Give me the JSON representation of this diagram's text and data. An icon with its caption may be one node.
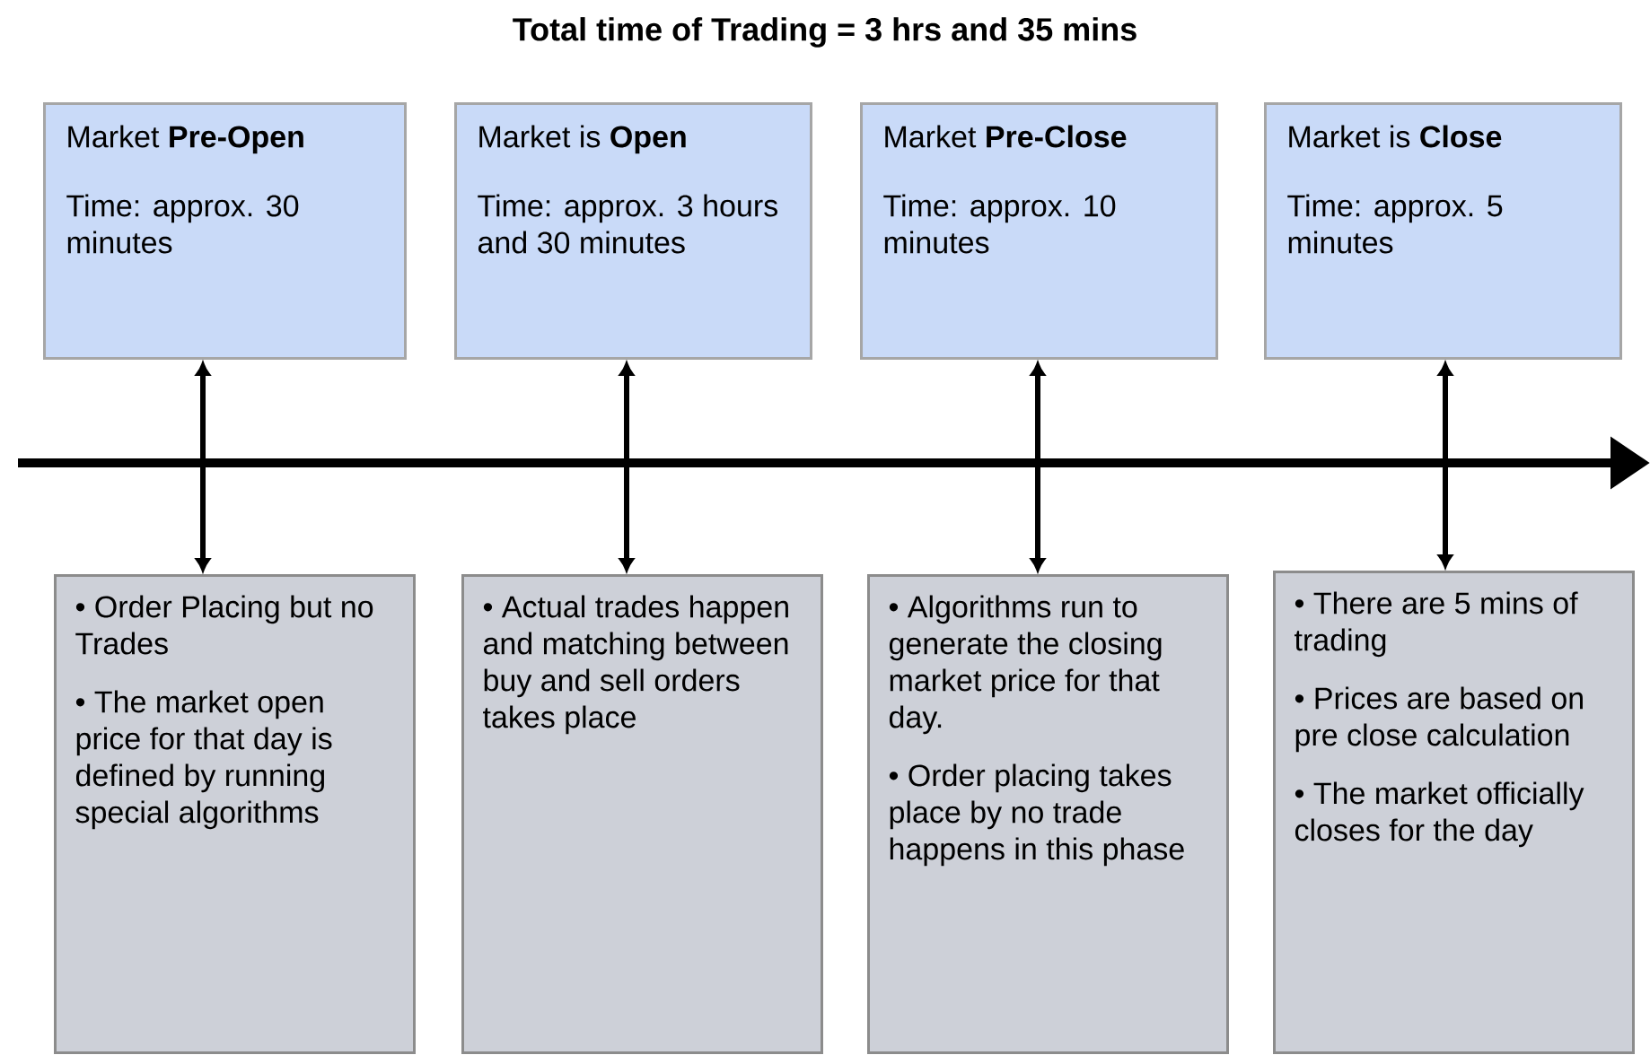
{
  "diagram": {
    "title": "Total time of Trading = 3 hrs and 35 mins",
    "nodes": [
      {
        "text": [
          "Market **Pre-Open**",
          "Time: approx. 30 minutes"
        ]
      },
      {
        "text": [
          "Market is **Open**",
          "Time: approx. 3 hours and 30 minutes"
        ]
      },
      {
        "text": [
          "Market **Pre-Close**",
          "Time: approx. 10 minutes"
        ]
      },
      {
        "text": [
          "Market is **Close**",
          "Time: approx. 5 minutes"
        ]
      },
      {
        "text": [
          "• Order Placing but no Trades",
          "• The market open price for that day is defined by running special algorithms"
        ]
      },
      {
        "text": [
          "• Actual trades happen and matching between buy and sell orders takes place"
        ]
      },
      {
        "text": [
          "• Algorithms run to generate the closing market price for that day.",
          "• Order placing takes place by no trade happens in this phase"
        ]
      },
      {
        "text": [
          "• There are 5 mins of trading",
          "• Prices are based on pre close calculation",
          "• The market officially closes for the day"
        ]
      }
    ],
    "edges": [
      {
        "from": 0,
        "to": 4,
        "arrow": "both"
      },
      {
        "from": 1,
        "to": 5,
        "arrow": "both"
      },
      {
        "from": 2,
        "to": 6,
        "arrow": "both"
      },
      {
        "from": 3,
        "to": 7,
        "arrow": "both"
      }
    ]
  }
}
